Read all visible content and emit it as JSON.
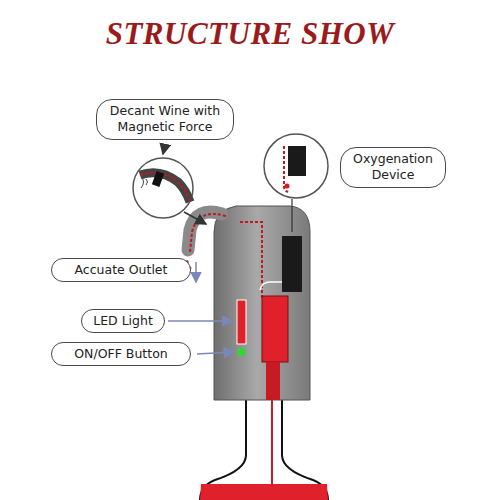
{
  "diagram": {
    "title": "STRUCTURE SHOW",
    "nodes": [
      {
        "text": [
          "Decant Wine with Magnetic Force"
        ]
      },
      {
        "text": [
          "Oxygenation Device"
        ]
      },
      {
        "text": [
          "Accuate Outlet"
        ]
      },
      {
        "text": [
          "LED Light"
        ]
      },
      {
        "text": [
          "ON/OFF Button"
        ]
      }
    ]
  }
}
